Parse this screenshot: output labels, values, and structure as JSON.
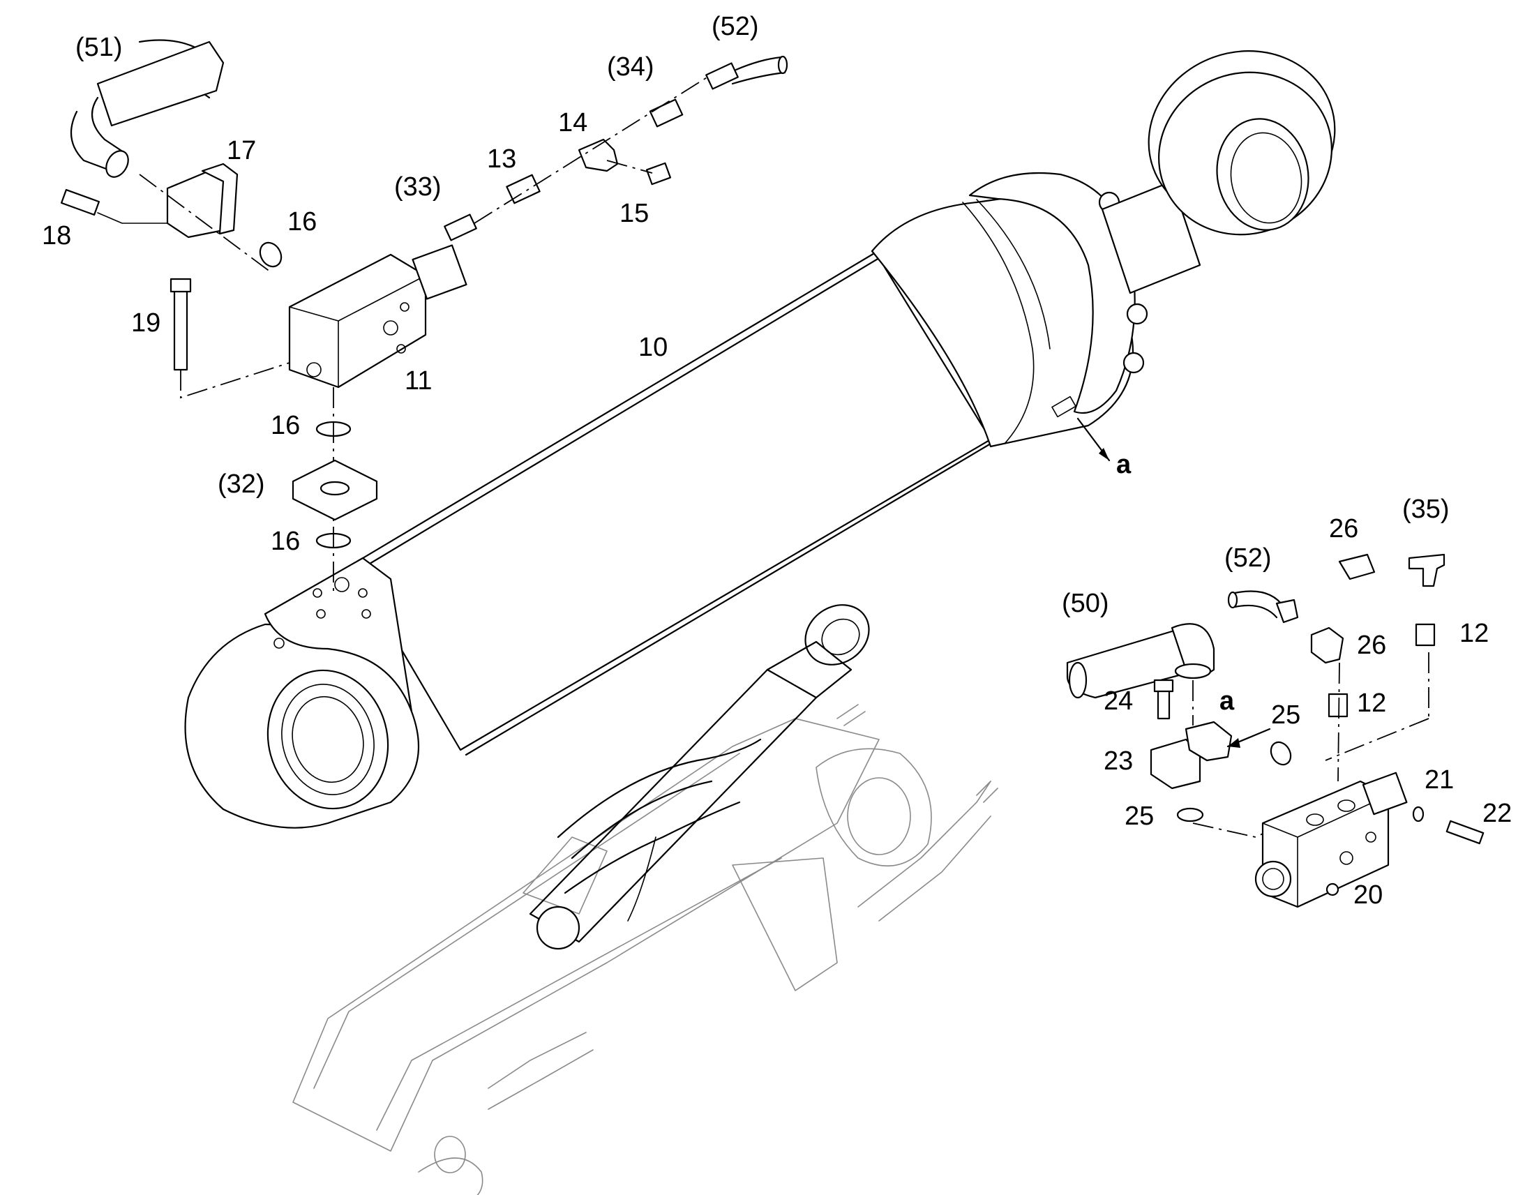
{
  "labels": {
    "l51": "(51)",
    "l52a": "(52)",
    "l34": "(34)",
    "l14": "14",
    "l13": "13",
    "l33": "(33)",
    "l15": "15",
    "l17": "17",
    "l16a": "16",
    "l18": "18",
    "l19": "19",
    "l11": "11",
    "l10": "10",
    "l16b": "16",
    "l32": "(32)",
    "l16c": "16",
    "la1": "a",
    "l35": "(35)",
    "l26a": "26",
    "l52b": "(52)",
    "l50": "(50)",
    "l26b": "26",
    "l12a": "12",
    "l24": "24",
    "la2": "a",
    "l25a": "25",
    "l12b": "12",
    "l23": "23",
    "l21": "21",
    "l22": "22",
    "l25b": "25",
    "l20": "20"
  }
}
